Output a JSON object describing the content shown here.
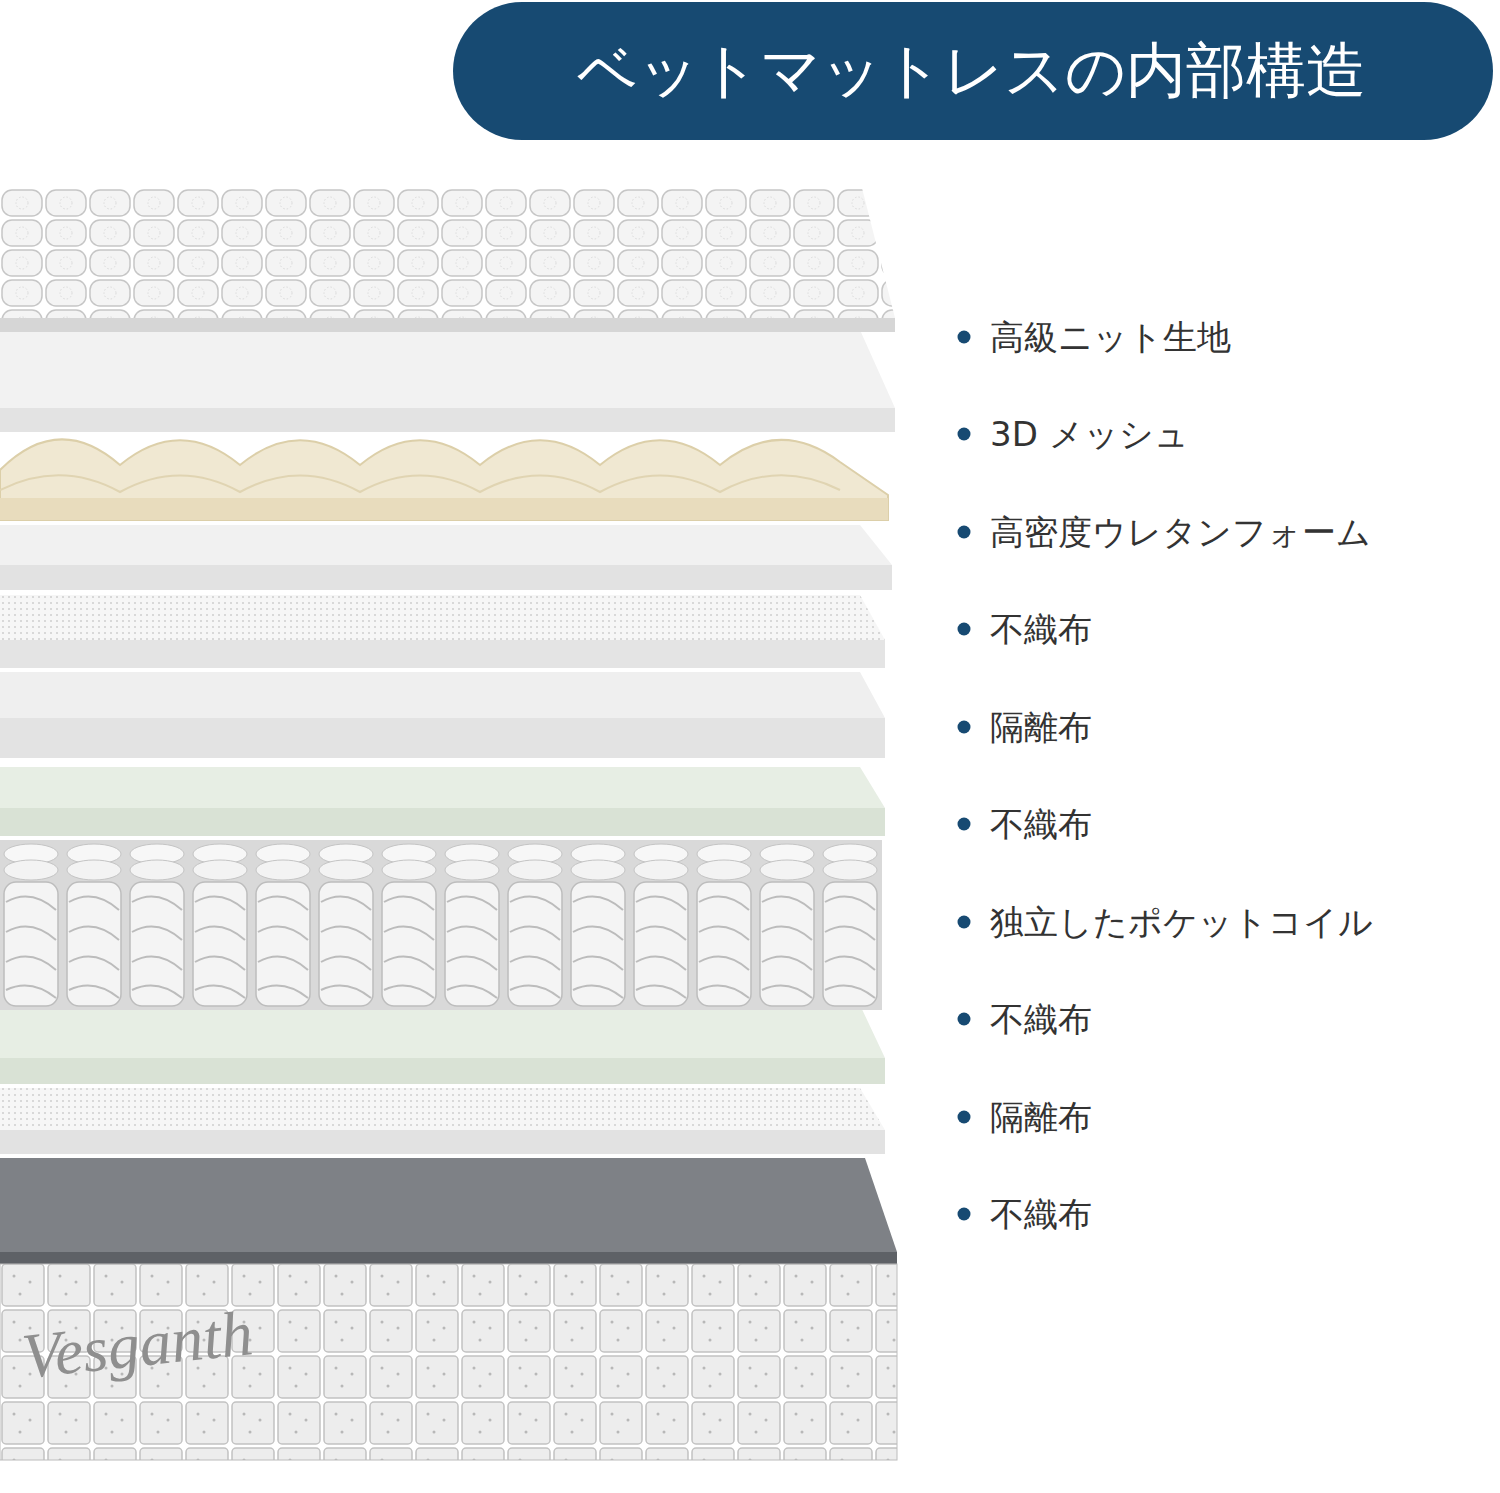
{
  "diagram": {
    "title": "ベットマットレスの内部構造",
    "labels": [
      "高級ニット生地",
      "3D メッシュ",
      "高密度ウレタンフォーム",
      "不織布",
      "隔離布",
      "不織布",
      "独立したポケットコイル",
      "不織布",
      "隔離布",
      "不織布",
      "Vesganth"
    ]
  }
}
